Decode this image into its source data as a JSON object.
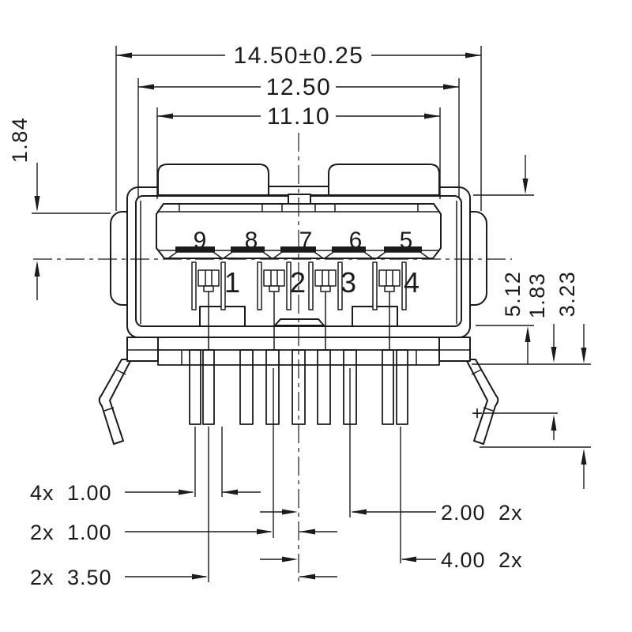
{
  "dims": {
    "overall": "14.50±0.25",
    "shell": "12.50",
    "opening": "11.10",
    "left_offset": "1.84",
    "height": "5.12",
    "standoff": "1.83",
    "leg_depth": "3.23",
    "pitch4": "4x 1.00",
    "pitch2": "2x 1.00",
    "span350": "2x 3.50",
    "ss_pitch": "2.00 2x",
    "ss_span": "4.00 2x",
    "plus_marker": "+"
  },
  "pins": {
    "top": [
      "9",
      "8",
      "7",
      "6",
      "5"
    ],
    "bottom": [
      "1",
      "2",
      "3",
      "4"
    ]
  }
}
